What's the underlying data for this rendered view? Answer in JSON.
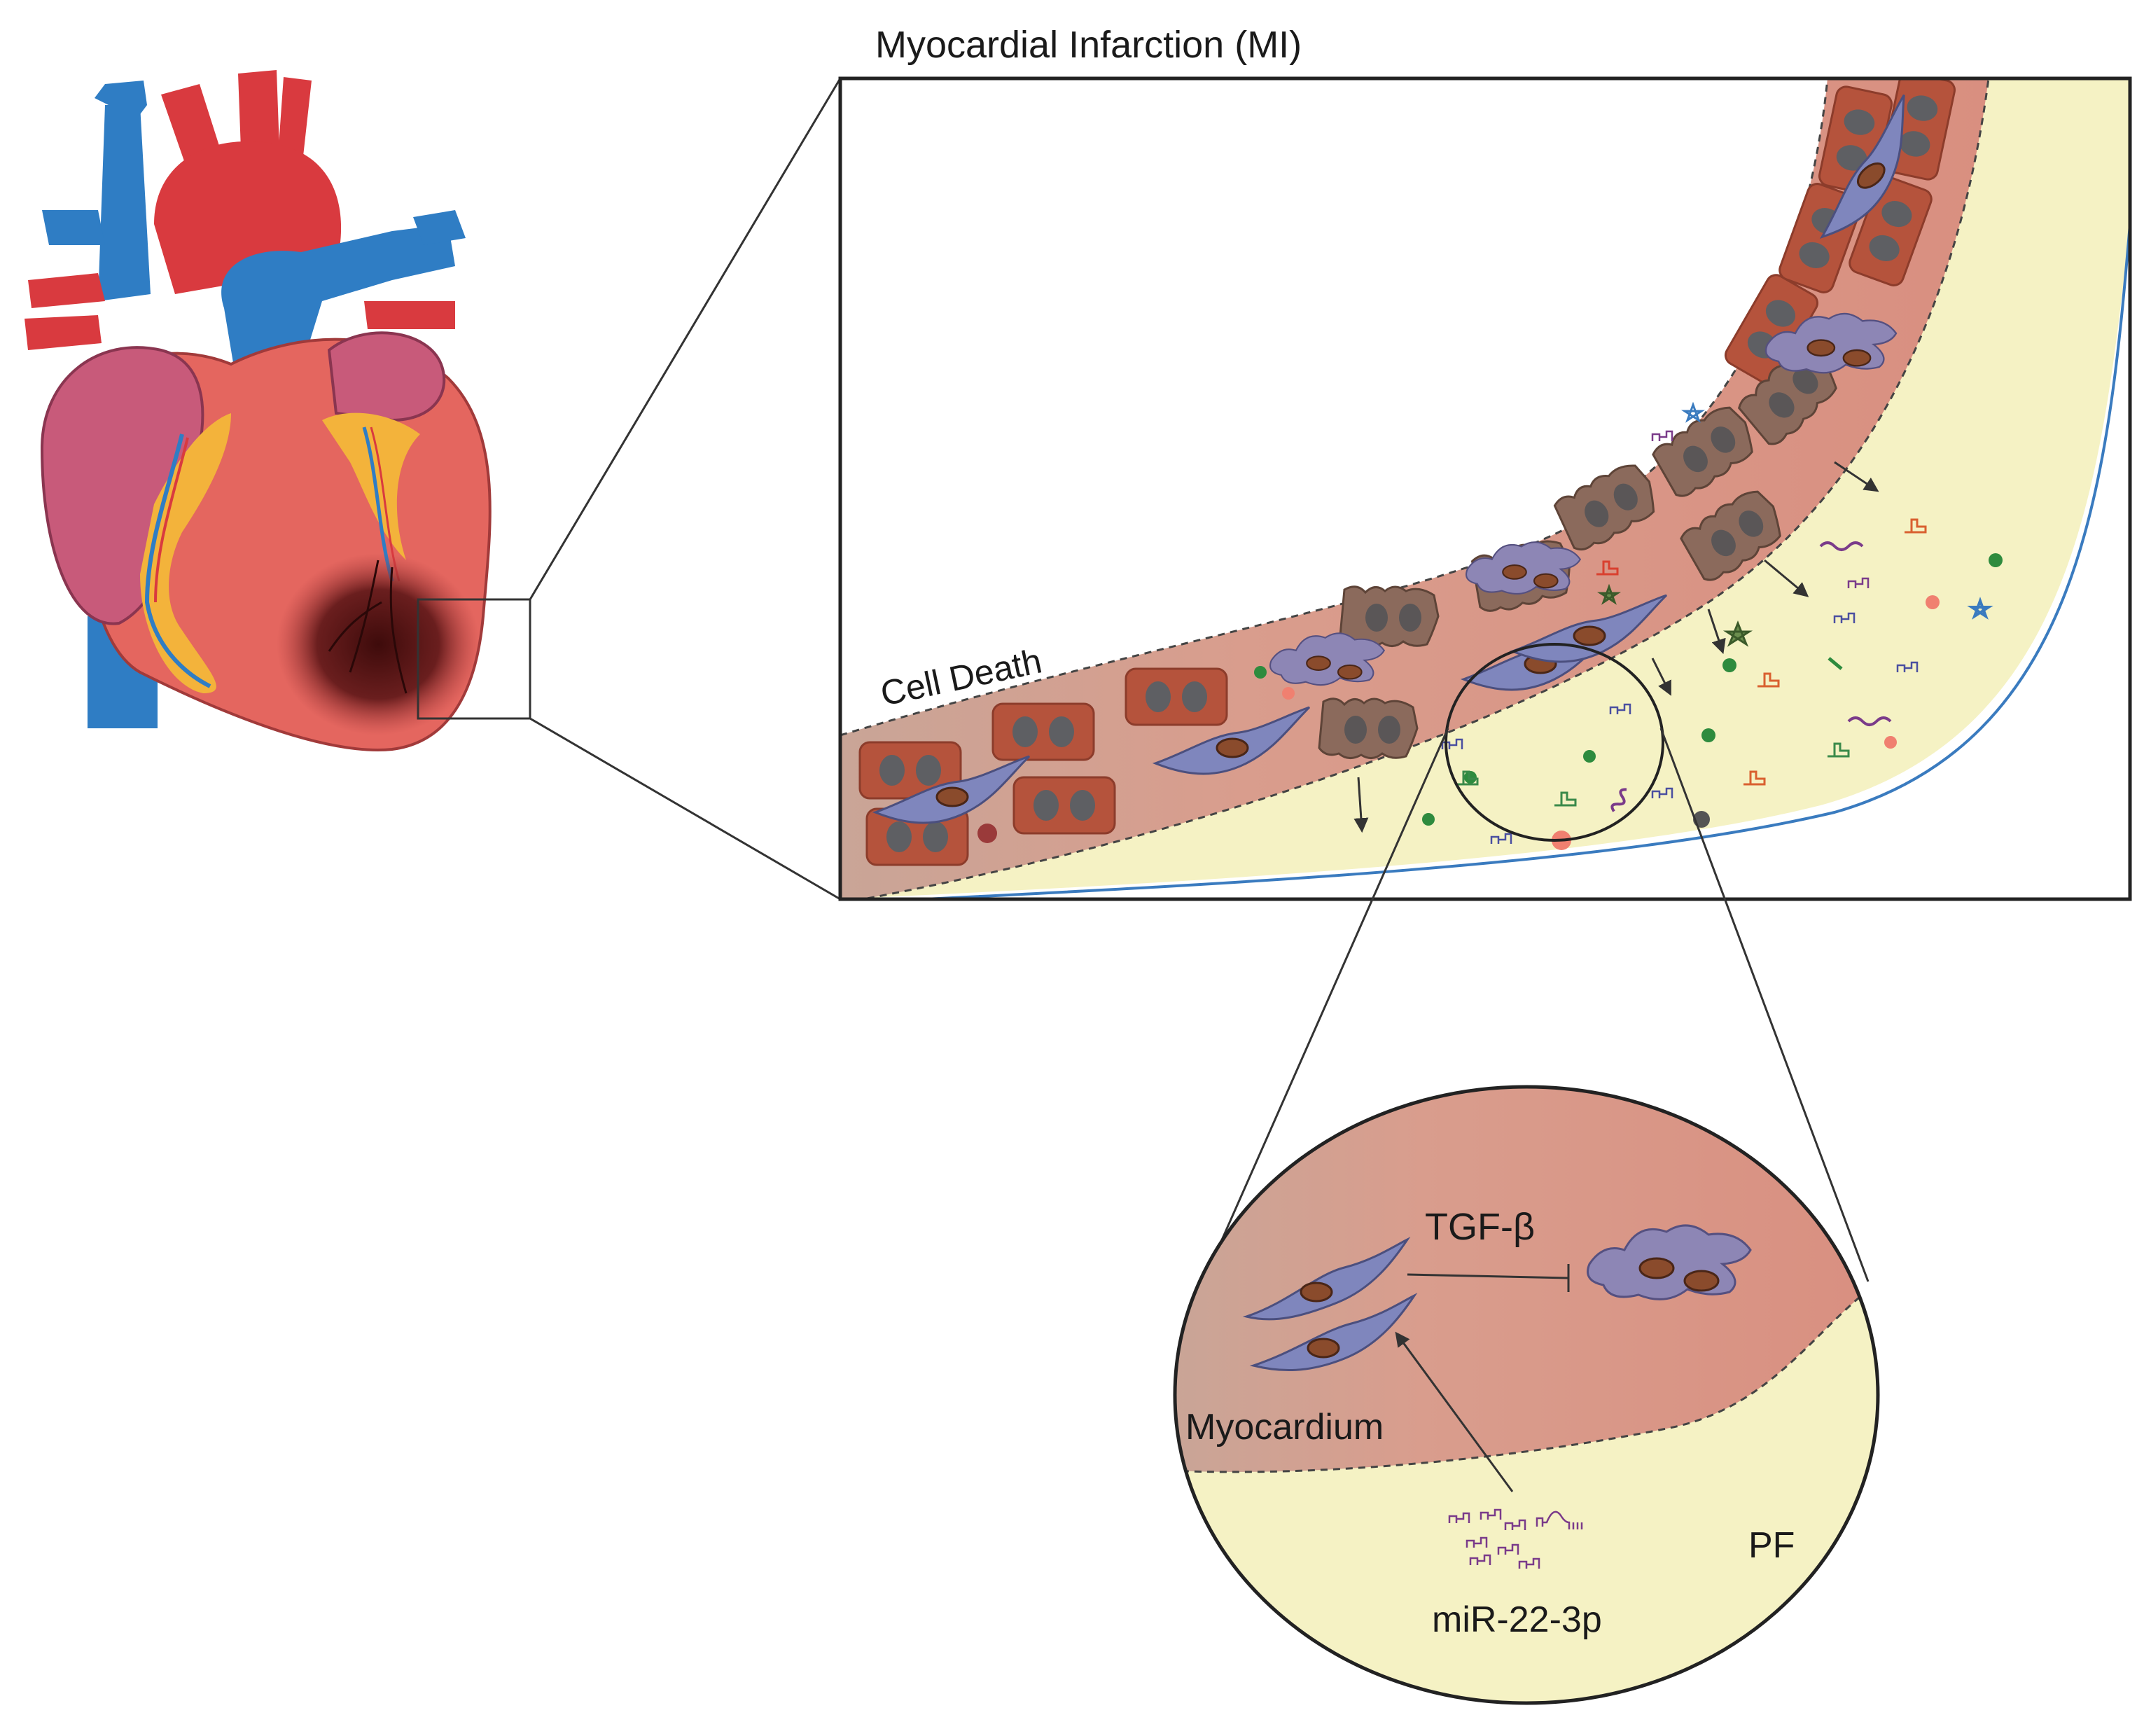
{
  "labels": {
    "panel_title": "Myocardial Infarction (MI)",
    "cell_death": "Cell Death",
    "tgf_beta": "TGF-β",
    "myocardium": "Myocardium",
    "pf": "PF",
    "mirna": "miR-22-3p"
  },
  "colors": {
    "vein_blue": "#2f7dc4",
    "artery_red": "#d93a3f",
    "heart_muscle": "#e4665f",
    "atrium_pink": "#c85a7a",
    "fat_yellow": "#f3b33b",
    "infarct_dark": "#5a1616",
    "myocardium_tissue": "#d89a88",
    "cardiomyocyte": "#b5533c",
    "dead_cell": "#8b6a5c",
    "fibroblast": "#7f86bd",
    "pericardial_fluid": "#f5f2c4",
    "line": "#333333"
  },
  "icons": {
    "heart": "anatomical-heart-icon",
    "fibroblast": "fibroblast-cell-icon",
    "mirna": "mirna-strand-icon"
  }
}
